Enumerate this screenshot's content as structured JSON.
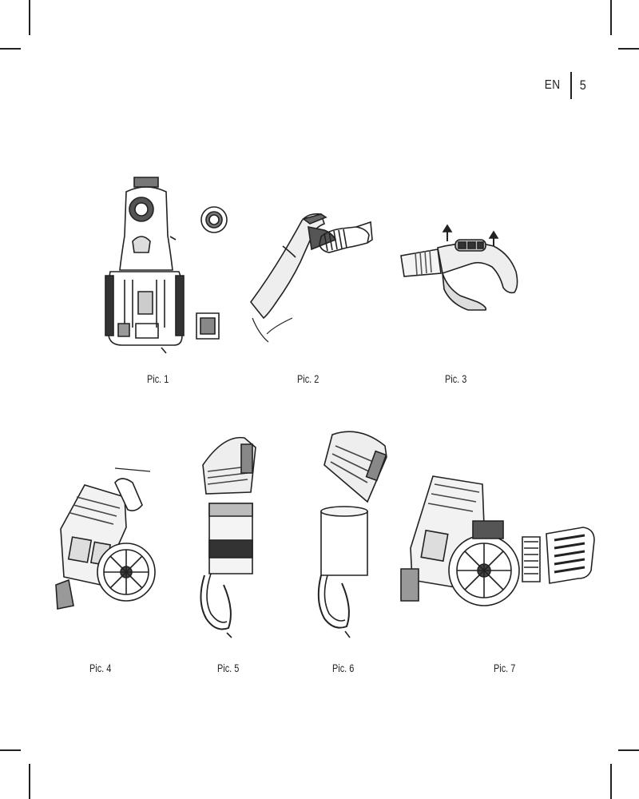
{
  "header": {
    "language": "EN",
    "page_number": "5"
  },
  "figures": [
    {
      "caption": "Pic. 1",
      "icon": "vacuum-cleaner-top-view"
    },
    {
      "caption": "Pic. 2",
      "icon": "hose-handle-connection"
    },
    {
      "caption": "Pic. 3",
      "icon": "handle-suction-control"
    },
    {
      "caption": "Pic. 4",
      "icon": "vacuum-cleaner-dust-container-removal"
    },
    {
      "caption": "Pic. 5",
      "icon": "dust-container-closed"
    },
    {
      "caption": "Pic. 6",
      "icon": "dust-container-lid-open"
    },
    {
      "caption": "Pic. 7",
      "icon": "vacuum-cleaner-filters"
    }
  ]
}
